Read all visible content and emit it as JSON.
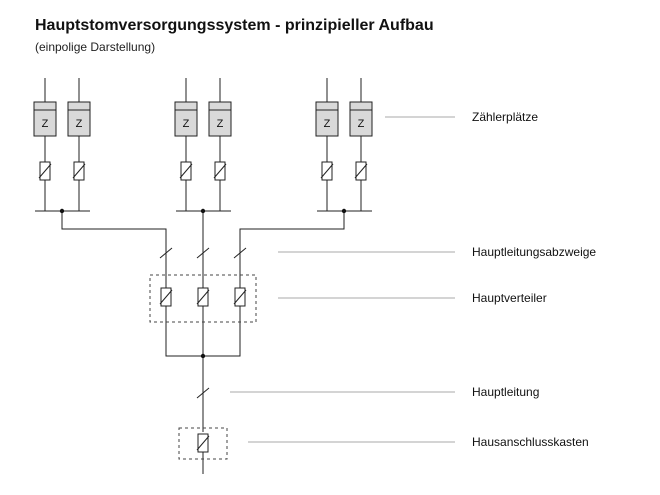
{
  "title": "Hauptstomversorgungssystem - prinzipieller Aufbau",
  "subtitle": "(einpolige Darstellung)",
  "meter_symbol": "Z",
  "labels": {
    "meters": "Zählerplätze",
    "branches": "Hauptleitungsabzweige",
    "main_distributor": "Hauptverteiler",
    "main_line": "Hauptleitung",
    "house_connection_box": "Hausanschlusskasten"
  },
  "colors": {
    "line": "#222222",
    "meter_fill": "#d9d9d9",
    "leader": "#aaaaaa",
    "dashed_box": "#444444"
  }
}
